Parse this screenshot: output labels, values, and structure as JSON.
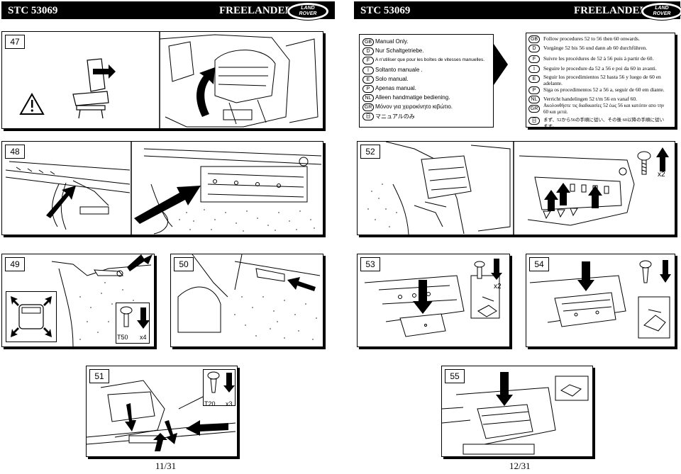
{
  "left_page": {
    "header": {
      "code": "STC 53069",
      "model": "FREELANDER",
      "logo": "LAND ROVER"
    },
    "footer": "11/31"
  },
  "right_page": {
    "header": {
      "code": "STC 53069",
      "model": "FREELANDER",
      "logo": "LAND ROVER"
    },
    "footer": "12/31"
  },
  "logo_lines": [
    "LAND",
    "ROVER"
  ],
  "steps": {
    "s47": "47",
    "s48": "48",
    "s49": "49",
    "s50": "50",
    "s51": "51",
    "s52": "52",
    "s53": "53",
    "s54": "54",
    "s55": "55"
  },
  "manual_notes": [
    {
      "code": "GB",
      "text": "Manual Only."
    },
    {
      "code": "D",
      "text": "Nur Schaltgetriebe."
    },
    {
      "code": "F",
      "text": "A n'utiliser que pour les boîtes de vitesses manuelles."
    },
    {
      "code": "I",
      "text": "Soltanto manuale ."
    },
    {
      "code": "E",
      "text": "Solo manual."
    },
    {
      "code": "P",
      "text": "Apenas manual."
    },
    {
      "code": "NL",
      "text": "Alleen handmatige bediening."
    },
    {
      "code": "GR",
      "text": "Μόνον για χειροκίνητο κιβώτιο."
    },
    {
      "code": "日",
      "text": "マニュアルのみ"
    }
  ],
  "procedure_notes": [
    {
      "code": "GB",
      "text": "Follow procedures 52 to 56 then 60 onwards."
    },
    {
      "code": "D",
      "text": "Vorgänge 52 bis 56 und dann ab 60 durchführen."
    },
    {
      "code": "F",
      "text": "Suivre les procédures de 52 à 56 puis à partir de 60."
    },
    {
      "code": "I",
      "text": "Seguire le procedure da 52 a 56 e poi da 60 in avanti."
    },
    {
      "code": "E",
      "text": "Seguir los procedimientos 52 hasta 56 y luego de 60 en adelante."
    },
    {
      "code": "P",
      "text": "Siga os procedimentos 52 a 56 a, seguir de 60 em diante."
    },
    {
      "code": "NL",
      "text": "Verricht handelingen 52 t/m 56 en vanaf 60."
    },
    {
      "code": "GR",
      "text": "Ακολουθήστε τις διαδικασίες 52 έως 56 και κατόπιν απο την 60 και μετά."
    },
    {
      "code": "日",
      "text": "まず、52から56の手順に従い、その後 60以降の手順に従います。"
    }
  ],
  "labels": {
    "x2_52": "x2",
    "t50": "T50",
    "x4": "x4",
    "x2_53": "x2",
    "t20": "T20",
    "x3": "x3"
  },
  "colors": {
    "ink": "#000000",
    "paper": "#ffffff",
    "speckle": "#555555"
  }
}
